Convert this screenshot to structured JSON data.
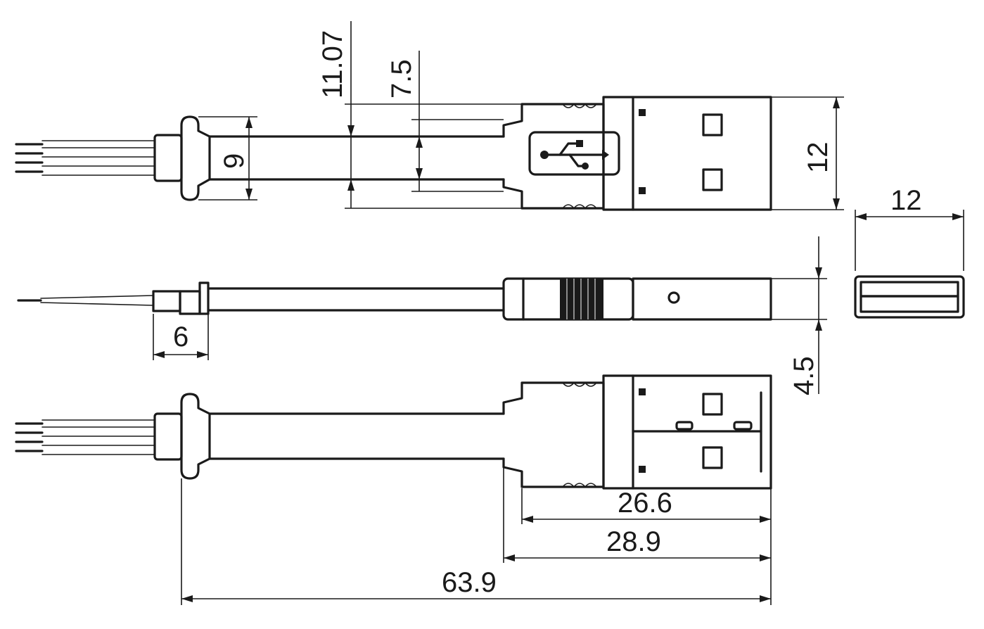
{
  "dimensions": {
    "d1": "11.07",
    "d2": "7.5",
    "d3": "9",
    "d4": "12",
    "d5": "12",
    "d6": "6",
    "d7": "4.5",
    "d8": "26.6",
    "d9": "28.9",
    "d10": "63.9"
  },
  "colors": {
    "line": "#1a1a1a",
    "background": "#ffffff"
  },
  "icons": {
    "usb_logo": "usb-trident-icon"
  }
}
